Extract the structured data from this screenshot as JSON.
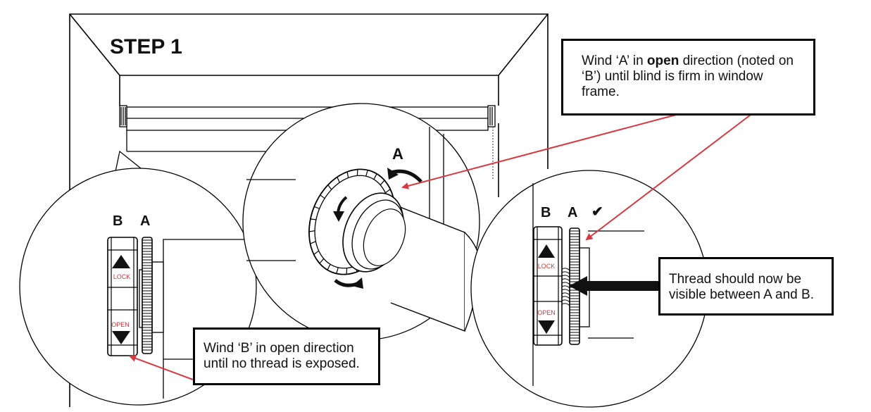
{
  "step_title": "STEP 1",
  "labels": {
    "center_a": "A",
    "left_b": "B",
    "left_a": "A",
    "right_b": "B",
    "right_a": "A",
    "check": "✔"
  },
  "dial_text": {
    "lock": "LOCK",
    "open": "OPEN"
  },
  "callouts": {
    "wind_a": {
      "prefix": "Wind ‘A’ in ",
      "bold": "open",
      "suffix": " direction (noted on ‘B’) until blind is firm in window frame."
    },
    "wind_b": "Wind ‘B’ in open direction until no thread is exposed.",
    "thread": "Thread should now be visible between A and B."
  },
  "colors": {
    "line": "#000000",
    "arrow_red": "#d9383e",
    "dial_label_red": "#d9383e"
  }
}
